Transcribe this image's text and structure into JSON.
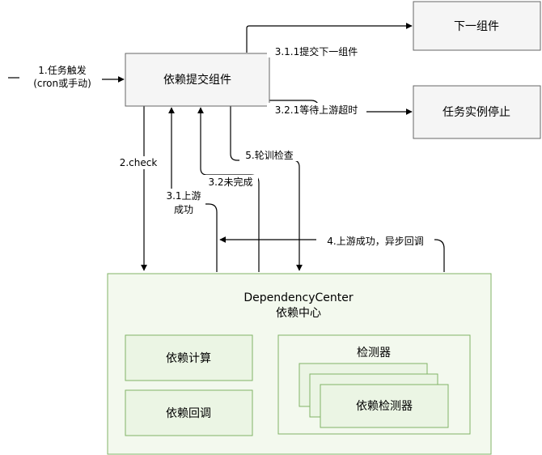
{
  "nodes": {
    "submit": "依赖提交组件",
    "next": "下一组件",
    "stop": "任务实例停止",
    "center_en": "DependencyCenter",
    "center_cn": "依赖中心",
    "calc": "依赖计算",
    "callback": "依赖回调",
    "detector_group": "检测器",
    "detector": "依赖检测器"
  },
  "edges": {
    "trigger_line1": "1.任务触发",
    "trigger_line2": "(cron或手动)",
    "submit_next": "3.1.1提交下一组件",
    "wait_timeout": "3.2.1等待上游超时",
    "check": "2.check",
    "poll": "5.轮训检查",
    "not_done": "3.2未完成",
    "upstream_ok_line1": "3.1上游",
    "upstream_ok_line2": "成功",
    "async_callback": "4.上游成功，异步回调"
  }
}
